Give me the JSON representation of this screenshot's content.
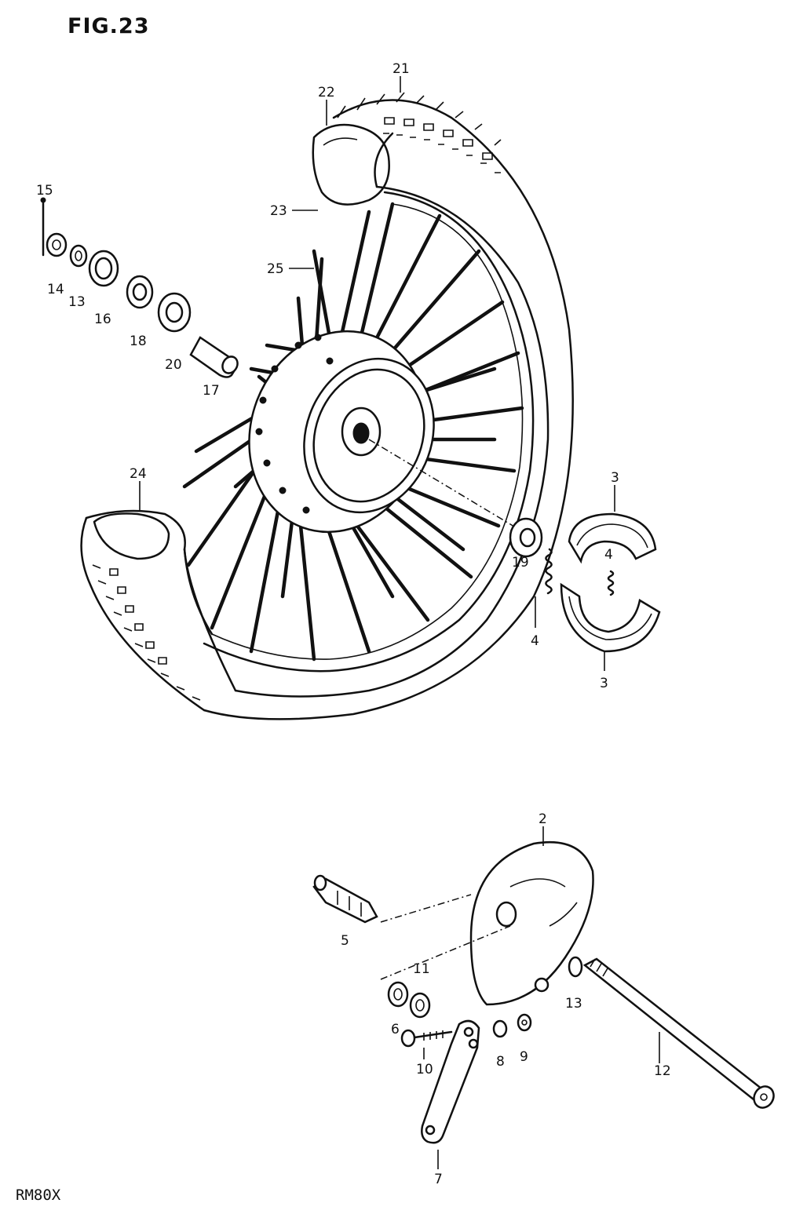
{
  "figure": {
    "title": "FIG.23",
    "footer": "RM80X"
  },
  "callouts": {
    "p2": "2",
    "p3_top": "3",
    "p3_bottom": "3",
    "p4_inner": "4",
    "p4_outer": "4",
    "p5": "5",
    "p6": "6",
    "p7": "7",
    "p8": "8",
    "p9": "9",
    "p10": "10",
    "p11": "11",
    "p12": "12",
    "p13_axle": "13",
    "p13_panel": "13",
    "p14": "14",
    "p15": "15",
    "p16": "16",
    "p17": "17",
    "p18": "18",
    "p19": "19",
    "p20": "20",
    "p21": "21",
    "p22": "22",
    "p23": "23",
    "p24": "24",
    "p25": "25"
  }
}
